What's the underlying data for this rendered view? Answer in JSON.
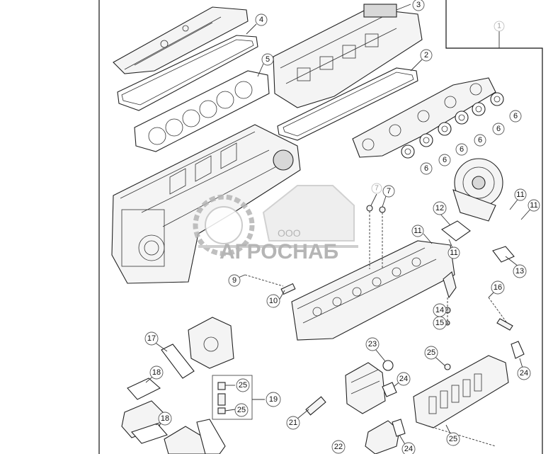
{
  "watermark": {
    "prefix": "ООО",
    "brand": "АГРОСНАБ",
    "color": "#a9a9a9"
  },
  "callouts": {
    "c1": "1",
    "c2": "2",
    "c3": "3",
    "c4": "4",
    "c5": "5",
    "c6a": "6",
    "c6b": "6",
    "c6c": "6",
    "c6d": "6",
    "c6e": "6",
    "c6f": "6",
    "c7a": "7",
    "c7b": "7",
    "c9": "9",
    "c10": "10",
    "c11a": "11",
    "c11b": "11",
    "c11c": "11",
    "c11d": "11",
    "c12": "12",
    "c13": "13",
    "c14": "14",
    "c15": "15",
    "c16": "16",
    "c17": "17",
    "c18a": "18",
    "c18b": "18",
    "c19": "19",
    "c21": "21",
    "c22": "22",
    "c23": "23",
    "c24a": "24",
    "c24b": "24",
    "c24c": "24",
    "c25a": "25",
    "c25b": "25",
    "c25c": "25",
    "c25d": "25"
  }
}
